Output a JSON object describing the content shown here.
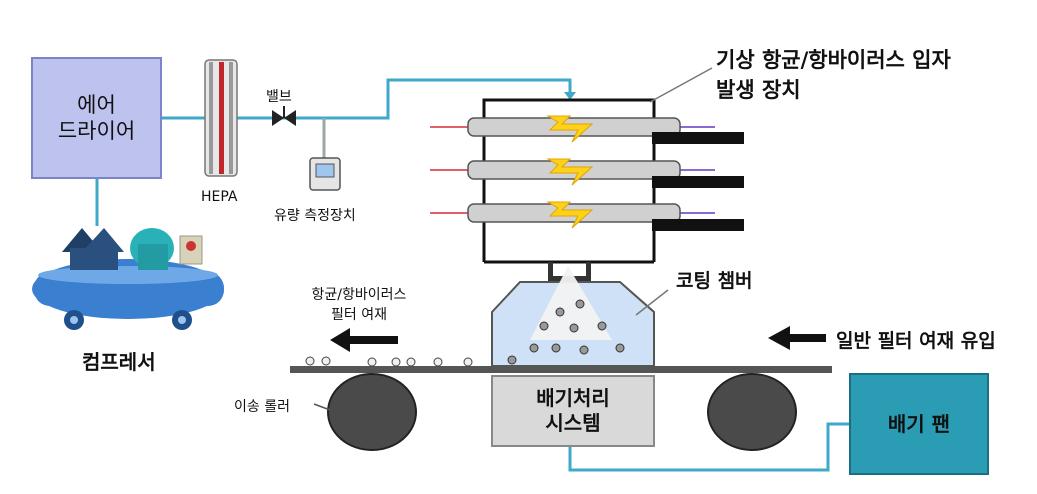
{
  "colors": {
    "pipe": "#3fa9c9",
    "dryer_fill": "#bdc3ee",
    "dryer_border": "#7b84c9",
    "compressor": "#3a7fd0",
    "chamber_fill": "#cfe1f7",
    "exhaust_fill": "#d9d9d9",
    "fan_fill": "#2a9db5",
    "roller": "#4a4a4a",
    "spark": "#ffd21a"
  },
  "labels": {
    "air_dryer": "에어\n드라이어",
    "compressor": "컴프레서",
    "hepa": "HEPA",
    "valve": "밸브",
    "flow_meter": "유량 측정장치",
    "generator_title_1": "기상 항균/항바이러스 입자",
    "generator_title_2": "발생 장치",
    "coating_chamber": "코팅 챔버",
    "outgoing_filter_1": "항균/항바이러스",
    "outgoing_filter_2": "필터 여재",
    "incoming_filter": "일반 필터 여재 유입",
    "transfer_roller": "이송 롤러",
    "exhaust_system": "배기처리\n시스템",
    "exhaust_fan": "배기 팬"
  },
  "icons": [
    "valve-icon",
    "spark-icon",
    "arrow-left-icon",
    "compressor-icon",
    "hepa-filter-icon",
    "flow-meter-icon",
    "roller-icon"
  ]
}
